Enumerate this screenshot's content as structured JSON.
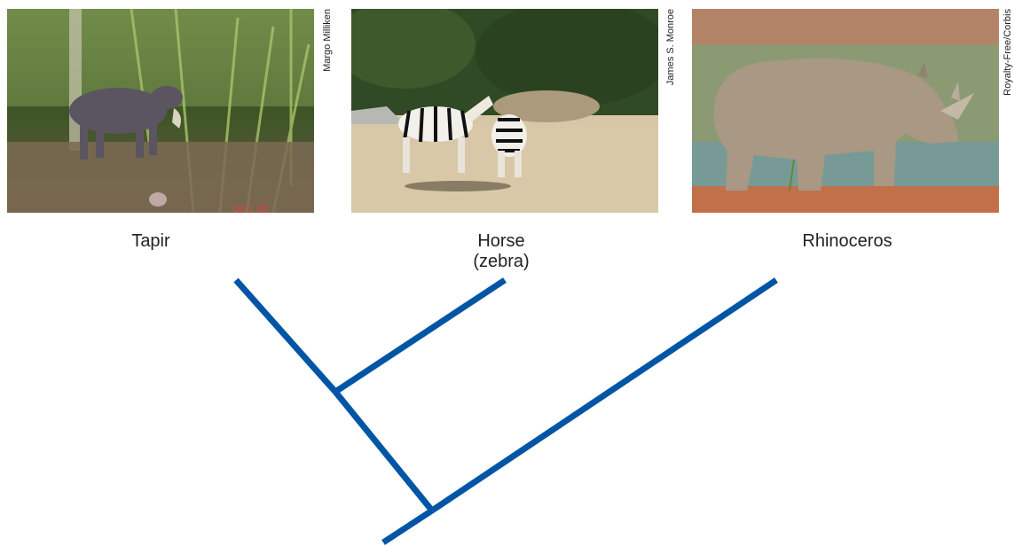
{
  "taxa": [
    {
      "name": "Tapir",
      "credit": "Margo Milliken"
    },
    {
      "name": "Horse",
      "subname": "(zebra)",
      "credit": "James S. Monroe"
    },
    {
      "name": "Rhinoceros",
      "credit": "Royalty-Free/Corbis"
    }
  ],
  "colors": {
    "branch": "#0055a5"
  }
}
